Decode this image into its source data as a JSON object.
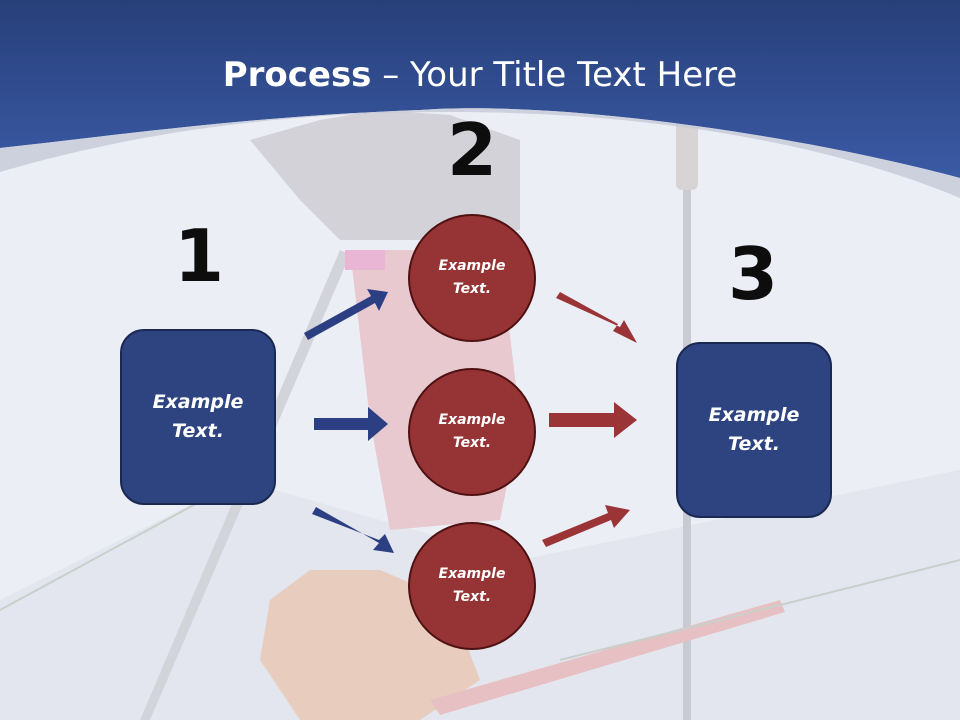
{
  "title": {
    "bold": "Process",
    "rest": " – Your Title Text Here"
  },
  "steps": [
    {
      "number": "1"
    },
    {
      "number": "2"
    },
    {
      "number": "3"
    }
  ],
  "left_box": {
    "text": "Example\nText."
  },
  "middle_circles": [
    {
      "text": "Example\nText."
    },
    {
      "text": "Example\nText."
    },
    {
      "text": "Example\nText."
    }
  ],
  "right_box": {
    "text": "Example\nText."
  },
  "colors": {
    "header_blue": "#2f4a8c",
    "box_blue": "#2e4481",
    "circle_red": "#963335",
    "arrow_blue": "#2d3f83",
    "arrow_red": "#9a3437"
  }
}
